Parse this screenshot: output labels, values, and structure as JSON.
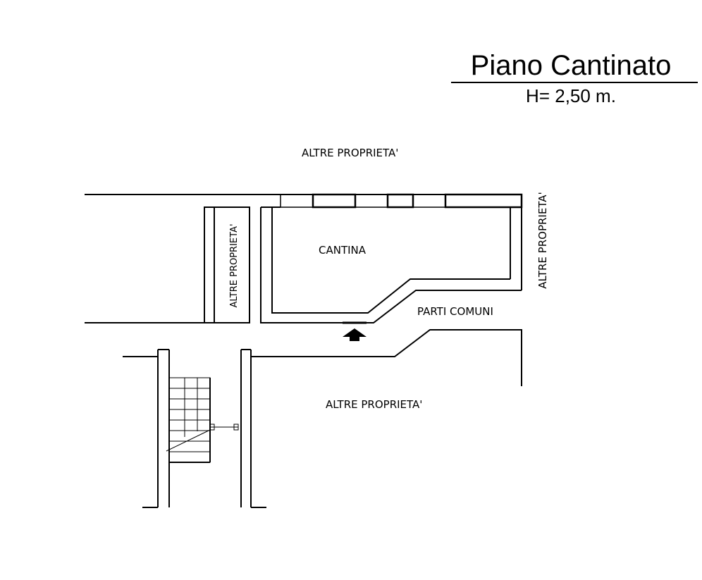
{
  "header": {
    "title": "Piano Cantinato",
    "height": "H= 2,50 m."
  },
  "labels": {
    "top": "ALTRE PROPRIETA'",
    "right_vertical": "ALTRE PROPRIETA'",
    "left_vertical": "ALTRE PROPRIETA'",
    "cantina": "CANTINA",
    "parti_comuni": "PARTI COMUNI",
    "bottom": "ALTRE PROPRIETA'"
  },
  "colors": {
    "ink": "#000000",
    "paper": "#ffffff"
  }
}
